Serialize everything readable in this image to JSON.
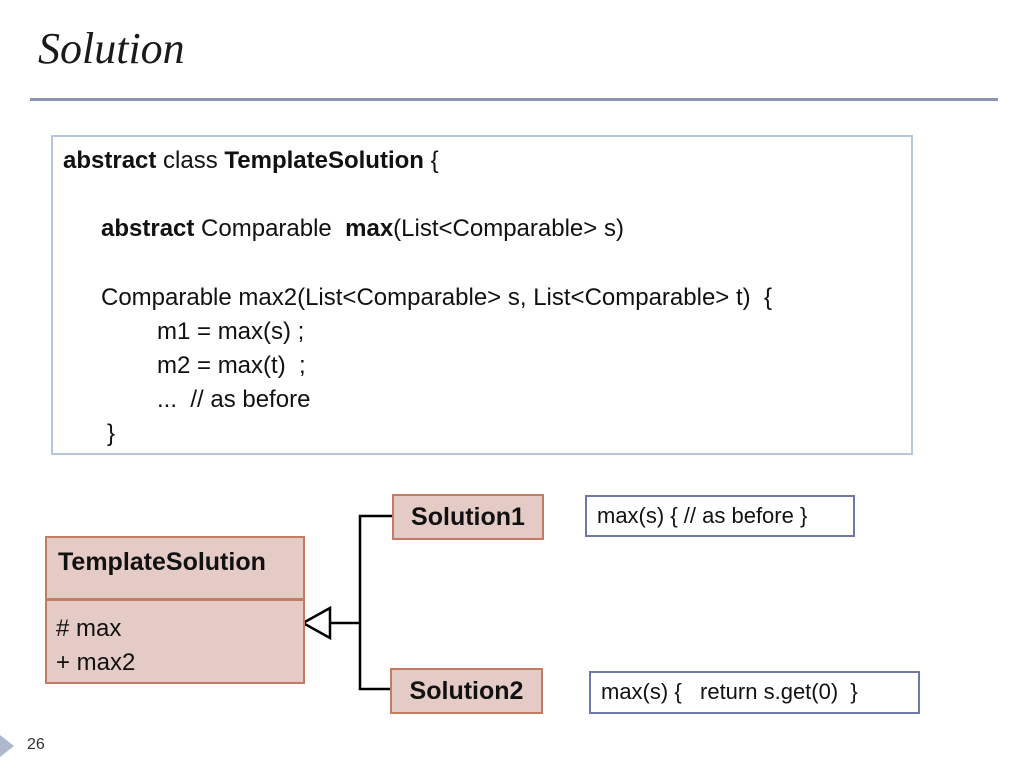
{
  "slide": {
    "title": "Solution",
    "page_number": "26"
  },
  "code": {
    "line1": {
      "kw": "abstract",
      "mid": " class ",
      "name": "TemplateSolution",
      "end": " {"
    },
    "line2": {
      "kw": "abstract",
      "mid": " Comparable  ",
      "name": "max",
      "end": "(List<Comparable> s)"
    },
    "line3": "Comparable max2(List<Comparable> s, List<Comparable> t)  {",
    "line4": "m1 = max(s) ;",
    "line5": "m2 = max(t)  ;",
    "line6": "...  // as before",
    "line7": "}"
  },
  "diagram": {
    "template_class": {
      "name": "TemplateSolution",
      "members": [
        "# max",
        "+ max2"
      ]
    },
    "subclasses": [
      {
        "name": "Solution1",
        "note": "max(s) { // as before }"
      },
      {
        "name": "Solution2",
        "note": "max(s) {   return s.get(0)  }"
      }
    ]
  },
  "colors": {
    "class_fill": "#e5cbc5",
    "class_border": "#c17c64",
    "note_border": "#6f79a8",
    "code_border": "#b7c6da",
    "title_rule": "#8c93b3"
  }
}
